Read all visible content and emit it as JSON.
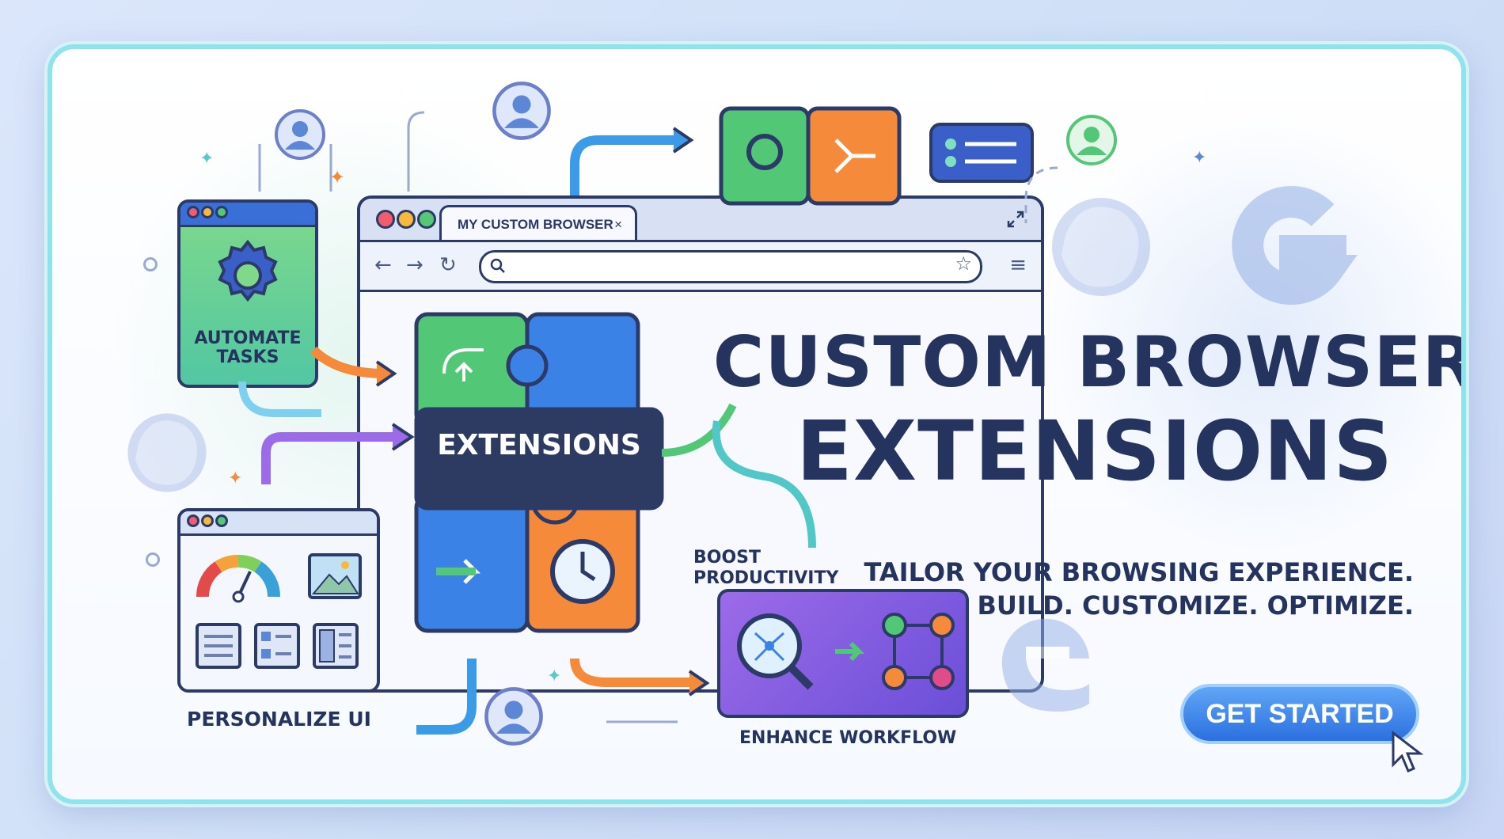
{
  "browser": {
    "tab_title": "MY CUSTOM BROWSER",
    "tab_close": "×"
  },
  "diagram": {
    "center_label": "EXTENSIONS",
    "automate_label": "AUTOMATE\nTASKS",
    "personalize_label": "PERSONALIZE UI",
    "boost_label": "BOOST\nPRODUCTIVITY",
    "workflow_label": "ENHANCE WORKFLOW"
  },
  "hero": {
    "title_line1": "CUSTOM BROWSER",
    "title_line2": "EXTENSIONS",
    "tagline_line1": "TAILOR YOUR BROWSING EXPERIENCE.",
    "tagline_line2": "BUILD. CUSTOMIZE. OPTIMIZE.",
    "cta_label": "GET STARTED"
  },
  "colors": {
    "navy": "#2b3a67",
    "green": "#5ccf74",
    "blue": "#3b82e6",
    "orange": "#f58a3a",
    "purple": "#8e5fe0",
    "teal": "#58c9c9"
  },
  "icons": [
    "gear-icon",
    "flow-icon",
    "user-icon",
    "chat-icon",
    "clock-icon",
    "gauge-icon",
    "image-icon",
    "firefox-logo",
    "edge-logo",
    "google-logo",
    "cursor-icon",
    "sparkle-icon"
  ]
}
